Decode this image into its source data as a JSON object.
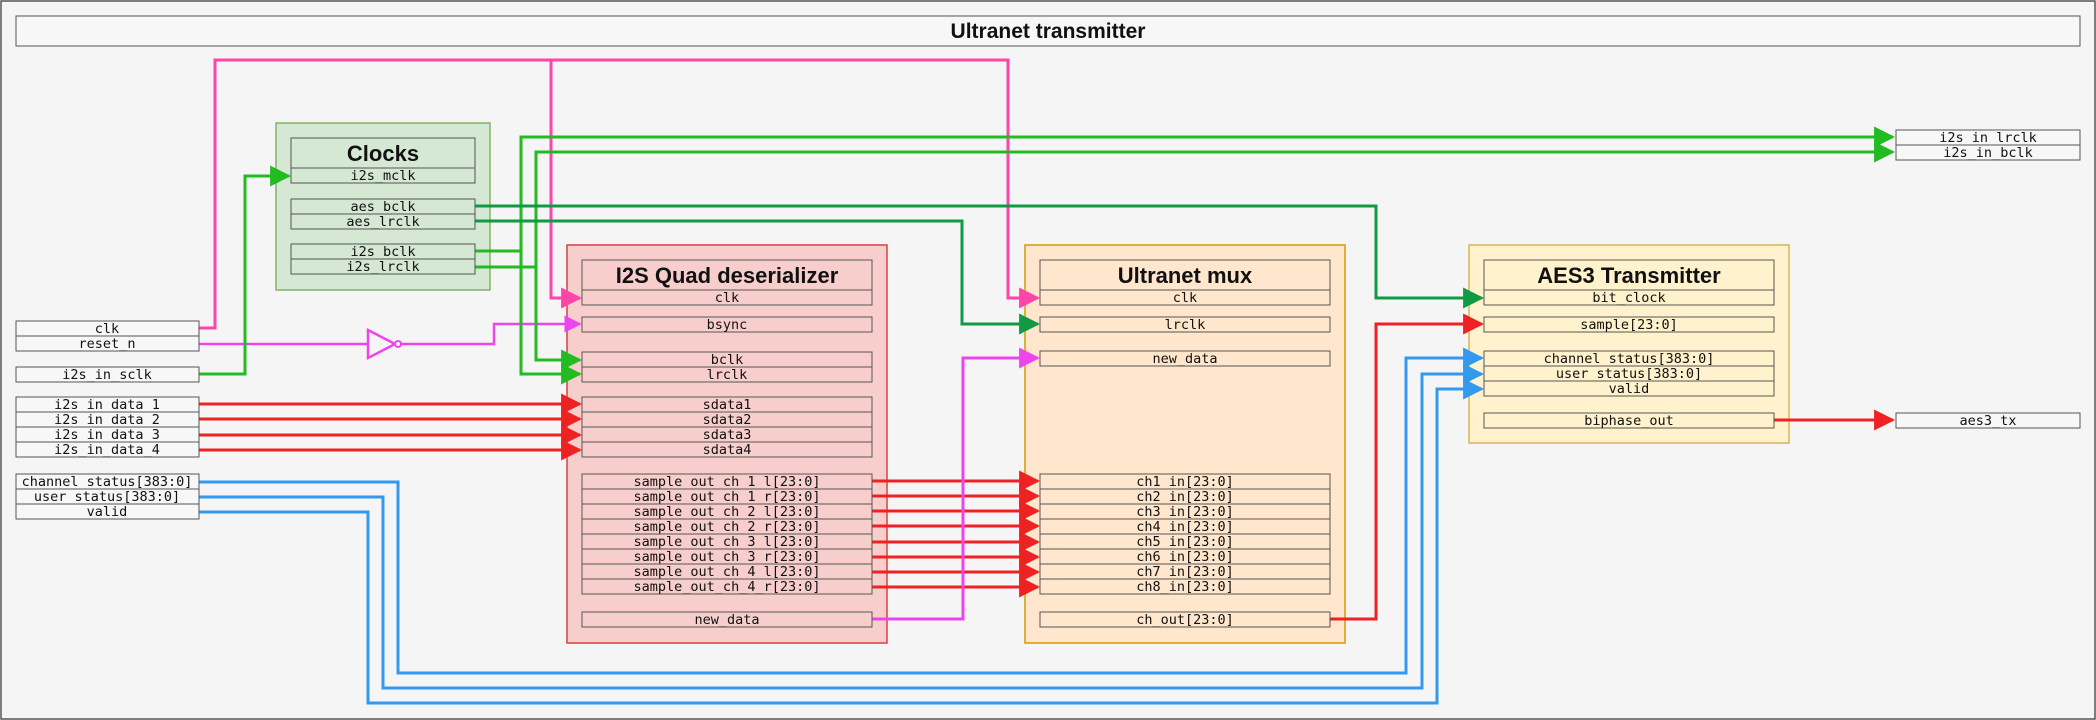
{
  "title": "Ultranet transmitter",
  "top_inputs": {
    "clk": "clk",
    "reset_n": "reset_n",
    "i2s_in_sclk": "i2s_in_sclk",
    "data": [
      "i2s_in_data_1",
      "i2s_in_data_2",
      "i2s_in_data_3",
      "i2s_in_data_4"
    ],
    "channel_status": "channel_status[383:0]",
    "user_status": "user_status[383:0]",
    "valid": "valid"
  },
  "top_outputs": {
    "i2s_in_lrclk": "i2s_in_lrclk",
    "i2s_in_bclk": "i2s_in_bclk",
    "aes3_tx": "aes3_tx"
  },
  "clocks": {
    "title": "Clocks",
    "ports": {
      "i2s_mclk": "i2s_mclk",
      "aes_bclk": "aes_bclk",
      "aes_lrclk": "aes_lrclk",
      "i2s_bclk": "i2s_bclk",
      "i2s_lrclk": "i2s_lrclk"
    }
  },
  "deserializer": {
    "title": "I2S Quad deserializer",
    "ports": {
      "clk": "clk",
      "bsync": "bsync",
      "bclk": "bclk",
      "lrclk": "lrclk",
      "sdata": [
        "sdata1",
        "sdata2",
        "sdata3",
        "sdata4"
      ],
      "sample_out": [
        "sample_out_ch_1_l[23:0]",
        "sample_out_ch_1_r[23:0]",
        "sample_out_ch_2_l[23:0]",
        "sample_out_ch_2_r[23:0]",
        "sample_out_ch_3_l[23:0]",
        "sample_out_ch_3_r[23:0]",
        "sample_out_ch_4_l[23:0]",
        "sample_out_ch_4_r[23:0]"
      ],
      "new_data": "new_data"
    }
  },
  "mux": {
    "title": "Ultranet mux",
    "ports": {
      "clk": "clk",
      "lrclk": "lrclk",
      "new_data": "new_data",
      "ch_in": [
        "ch1_in[23:0]",
        "ch2_in[23:0]",
        "ch3_in[23:0]",
        "ch4_in[23:0]",
        "ch5_in[23:0]",
        "ch6_in[23:0]",
        "ch7_in[23:0]",
        "ch8_in[23:0]"
      ],
      "ch_out": "ch_out[23:0]"
    }
  },
  "aes3": {
    "title": "AES3 Transmitter",
    "ports": {
      "bit_clock": "bit_clock",
      "sample": "sample[23:0]",
      "channel_status": "channel_status[383:0]",
      "user_status": "user_status[383:0]",
      "valid": "valid",
      "biphase_out": "biphase_out"
    }
  },
  "colors": {
    "background": "#f5f5f5",
    "clock_net": "#22bb22",
    "aes_clock_net": "#119944",
    "reset_net": "#ff44aa",
    "data_net": "#ee2222",
    "control_net": "#ee44ee",
    "status_net": "#3399ee",
    "clocks_fill": "#d5e8d4",
    "deser_fill": "#f8cecc",
    "mux_fill": "#ffe6cc",
    "aes_fill": "#fff2cc"
  }
}
